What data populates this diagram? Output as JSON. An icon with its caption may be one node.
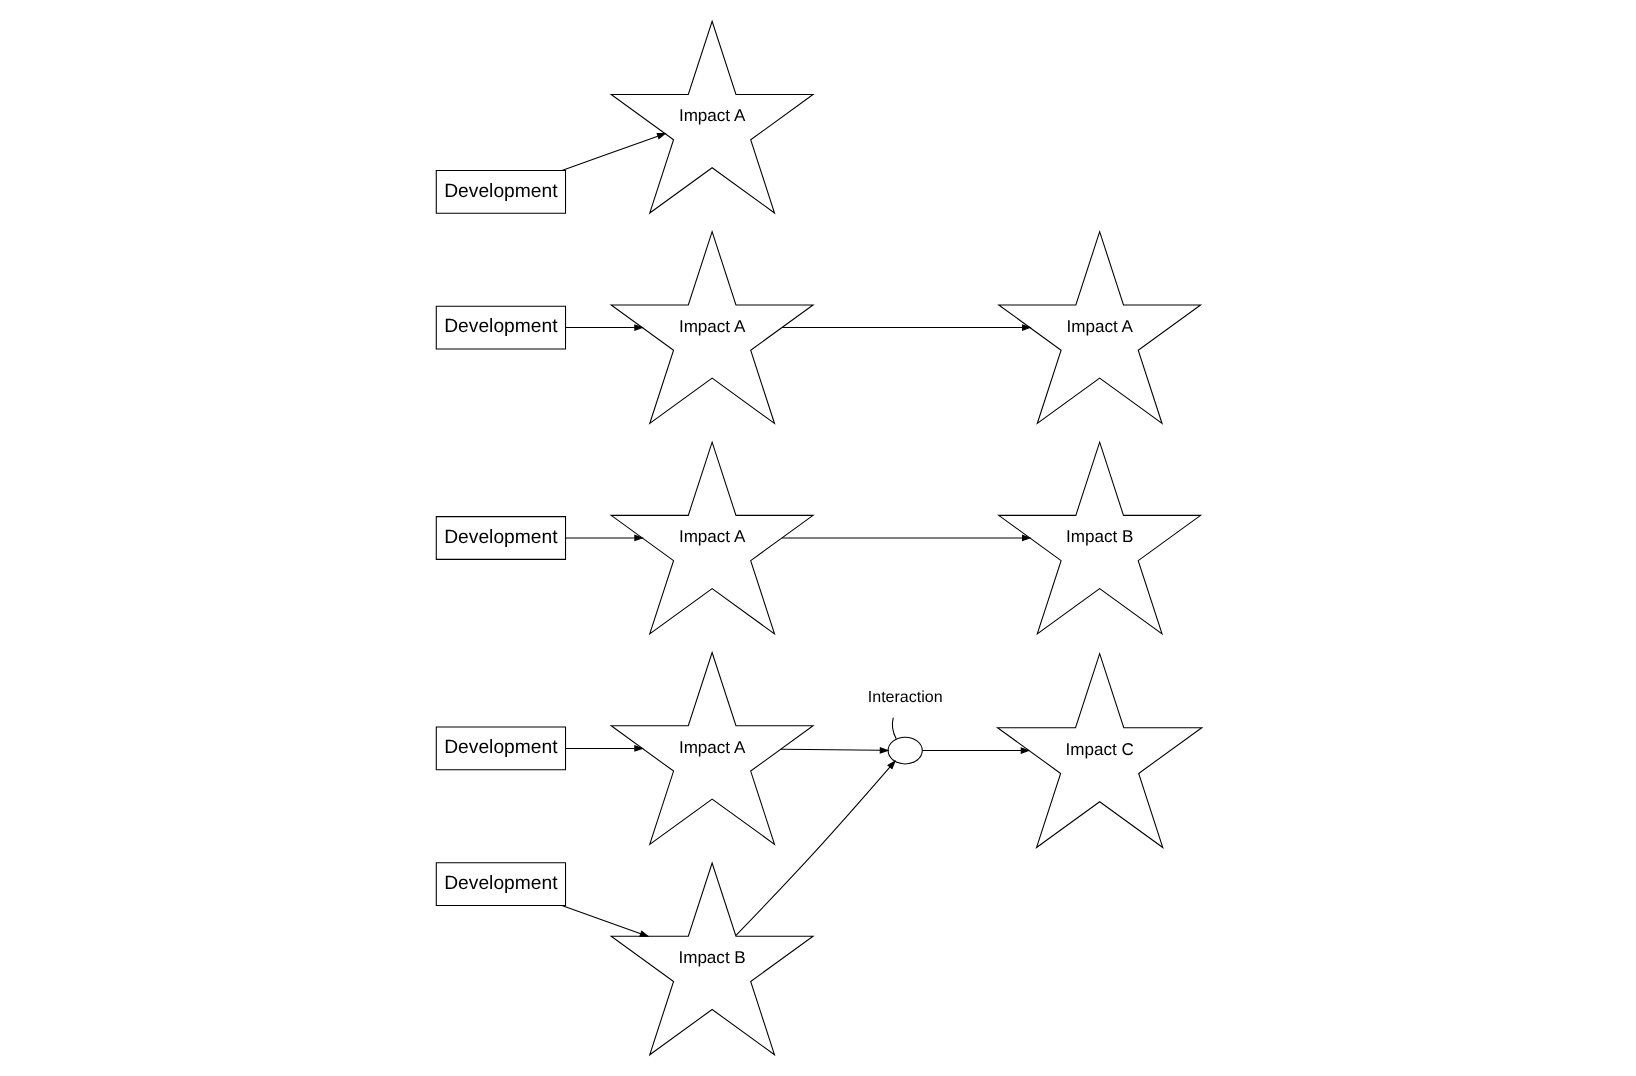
{
  "diagram": {
    "nodes": [
      {
        "text": [
          "Development"
        ]
      },
      {
        "text": [
          "Impact A"
        ]
      },
      {
        "text": [
          "Development"
        ]
      },
      {
        "text": [
          "Impact A"
        ]
      },
      {
        "text": [
          "Impact A"
        ]
      },
      {
        "text": [
          "Development"
        ]
      },
      {
        "text": [
          "Impact A"
        ]
      },
      {
        "text": [
          "Impact B"
        ]
      },
      {
        "text": [
          "Development"
        ]
      },
      {
        "text": [
          "Impact A"
        ]
      },
      {
        "text": [
          "Interaction"
        ]
      },
      {
        "text": [],
        "shape": "ellipse"
      },
      {
        "text": [
          "Impact C"
        ]
      },
      {
        "text": [
          "Development"
        ]
      },
      {
        "text": [
          "Impact B"
        ]
      }
    ],
    "edges": [
      {
        "from": 0,
        "to": 1,
        "arrow": "to"
      },
      {
        "from": 2,
        "to": 3,
        "arrow": "to"
      },
      {
        "from": 3,
        "to": 4,
        "arrow": "to"
      },
      {
        "from": 5,
        "to": 6,
        "arrow": "to"
      },
      {
        "from": 6,
        "to": 7,
        "arrow": "to"
      },
      {
        "from": 8,
        "to": 9,
        "arrow": "to"
      },
      {
        "from": 9,
        "to": 11,
        "arrow": "to"
      },
      {
        "from": 10,
        "to": 11,
        "arrow": "none"
      },
      {
        "from": 11,
        "to": 12,
        "arrow": "to"
      },
      {
        "from": 13,
        "to": 14,
        "arrow": "to"
      },
      {
        "from": 14,
        "to": 11,
        "arrow": "to"
      }
    ]
  }
}
